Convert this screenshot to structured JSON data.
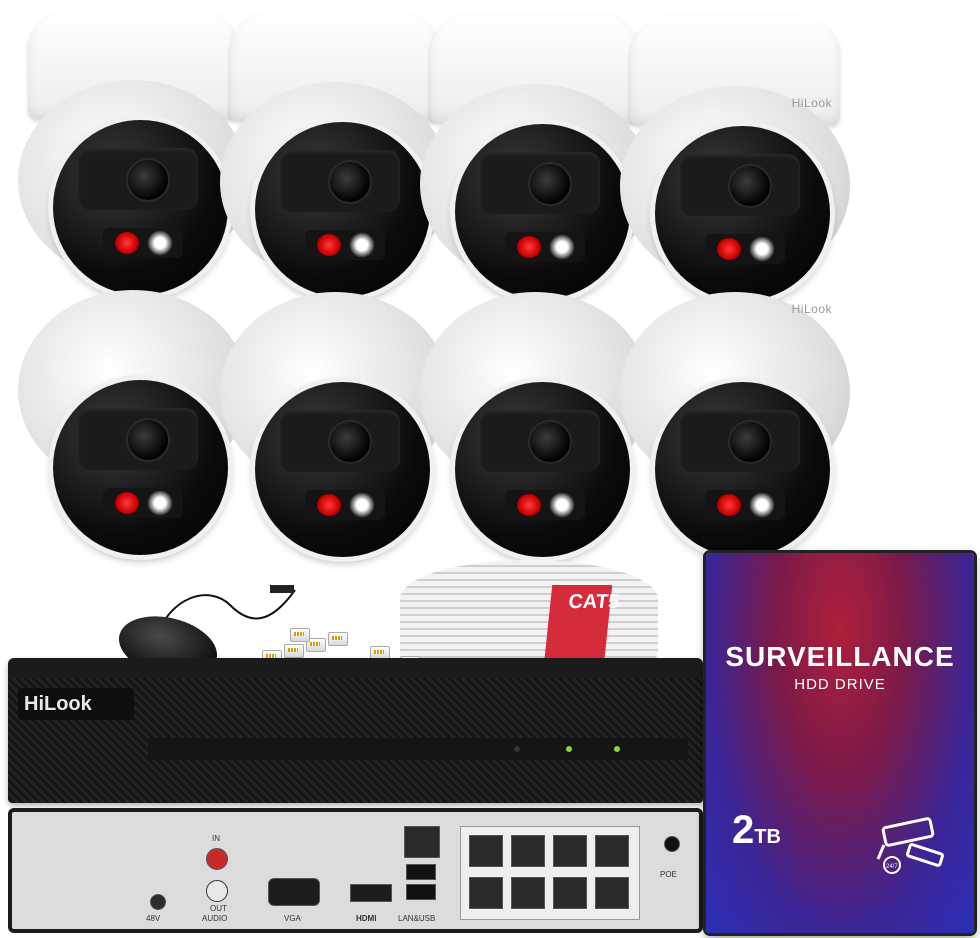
{
  "camera_brand": "HiLook",
  "nvr": {
    "brand": "HiLook",
    "port_labels": {
      "power": "48V",
      "audio": "AUDIO",
      "audio_in": "IN",
      "audio_out": "OUT",
      "vga": "VGA",
      "hdmi": "HDMI",
      "lan_usb": "LAN&USB",
      "poe": "POE"
    }
  },
  "cable": {
    "label": "CAT5"
  },
  "hdd": {
    "title": "SURVEILLANCE",
    "subtitle": "HDD DRIVE",
    "capacity": "2",
    "unit": "TB",
    "badge": "24/7"
  },
  "colors": {
    "hdd_top": "#b01f3a",
    "hdd_bottom": "#2a2fb8",
    "cable_tag": "#d62b3a",
    "ir_red": "#ff3b3b",
    "nvr_body": "#1b1b1b"
  }
}
